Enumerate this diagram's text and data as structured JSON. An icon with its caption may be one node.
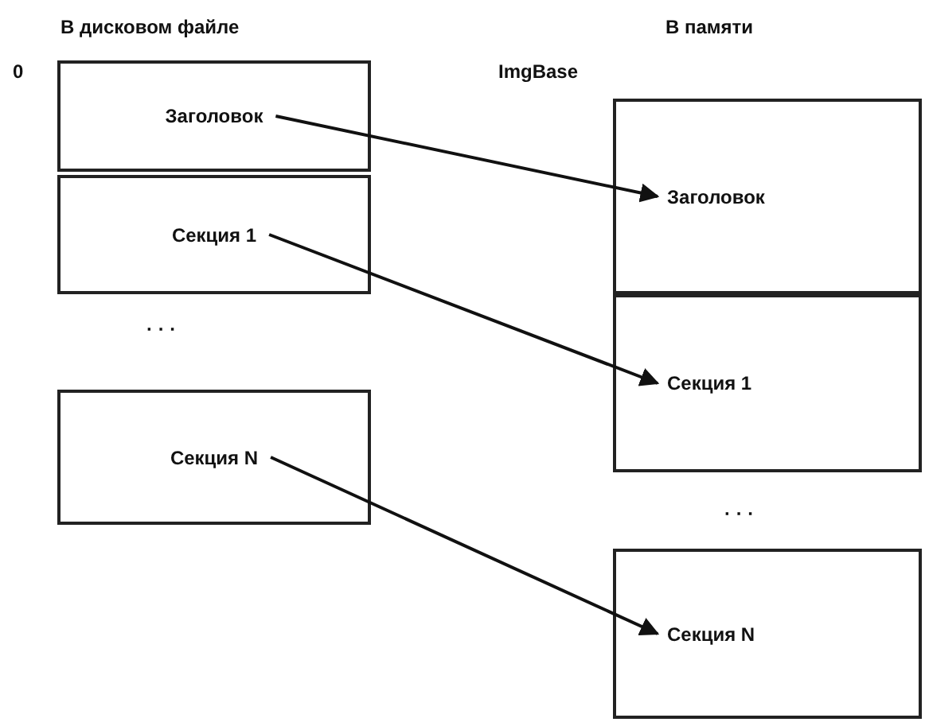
{
  "diagram": {
    "nodes": [
      {
        "text": [
          "Заголовок"
        ]
      },
      {
        "text": [
          "Секция 1"
        ]
      },
      {
        "text": [
          "Секция N"
        ]
      },
      {
        "text": [
          "Заголовок"
        ]
      },
      {
        "text": [
          "Секция 1"
        ]
      },
      {
        "text": [
          "Секция N"
        ]
      }
    ],
    "edges": [
      {
        "from": 0,
        "to": 3,
        "arrow": "to"
      },
      {
        "from": 1,
        "to": 4,
        "arrow": "to"
      },
      {
        "from": 2,
        "to": 5,
        "arrow": "to"
      }
    ],
    "labels": [
      "В дисковом файле",
      "В памяти",
      "0",
      "ImgBase",
      "· · ·",
      "· · ·"
    ]
  }
}
